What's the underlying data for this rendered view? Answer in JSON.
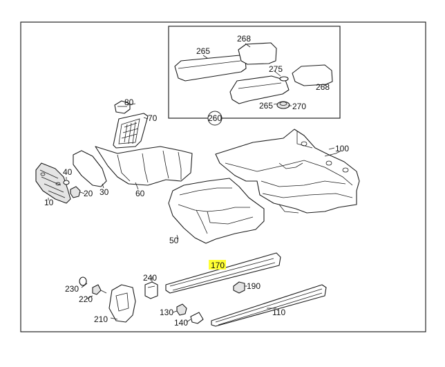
{
  "diagram": {
    "highlight_color": "#ffff33",
    "callouts": {
      "c268a": "268",
      "c265a": "265",
      "c275": "275",
      "c268b": "268",
      "c265b": "265",
      "c270": "270",
      "c260": "260",
      "c80": "80",
      "c70": "70",
      "c100": "100",
      "c40": "40",
      "c20": "20",
      "c30": "30",
      "c60": "60",
      "c10": "10",
      "c50": "50",
      "c170": "170",
      "c190": "190",
      "c230": "230",
      "c240": "240",
      "c220": "220",
      "c130": "130",
      "c110": "110",
      "c140": "140",
      "c210": "210"
    }
  }
}
